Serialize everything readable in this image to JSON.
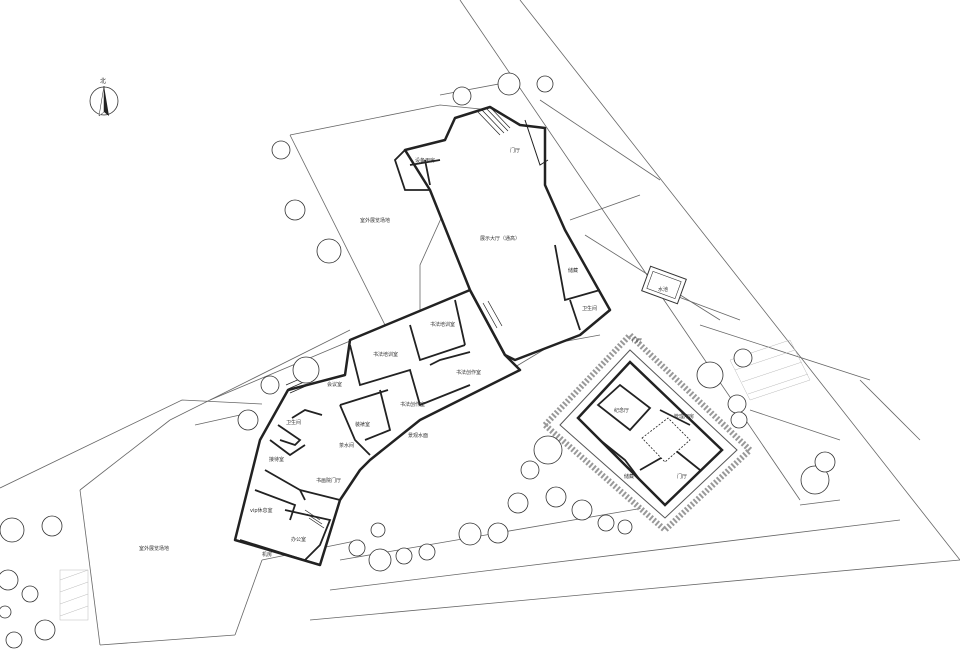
{
  "north": {
    "label": "北"
  },
  "rooms": {
    "r1": "书法培训室",
    "r2": "书法培训室",
    "r3": "书法创作室",
    "r4": "书法创作室",
    "r5": "会议室",
    "r6": "装裱室",
    "r7": "接待室",
    "r8": "书画院门厅",
    "r9": "vip休息室",
    "r10": "办公室",
    "r11": "机房",
    "r12": "展示大厅（通高）",
    "r13": "门厅",
    "r14": "储藏",
    "r15": "卫生间",
    "r16": "纪念厅",
    "r17": "管理用房",
    "r18": "储藏",
    "r19": "门厅",
    "r20": "设备用房",
    "r21": "茶水间",
    "r22": "卫生间",
    "r23": "景观水面",
    "r24": "水池",
    "r25": "室外展览场地",
    "r26": "室外展览场地",
    "r27": "门厅"
  }
}
